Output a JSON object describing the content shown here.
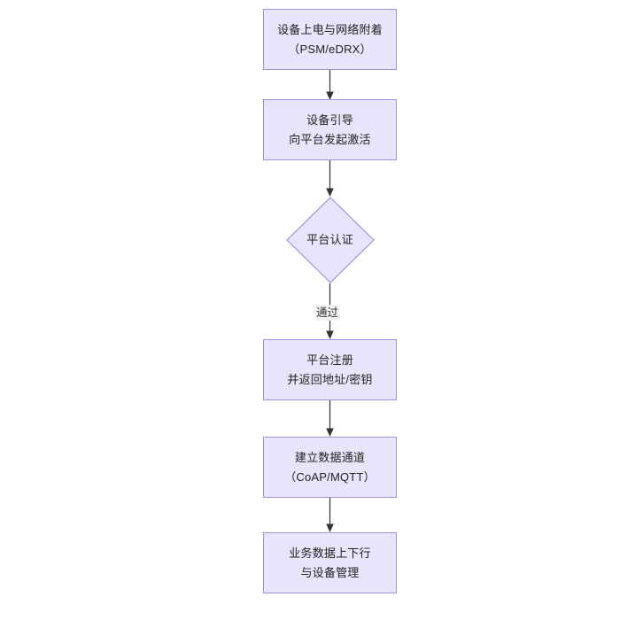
{
  "diagram": {
    "type": "flowchart",
    "orientation": "top-to-bottom",
    "background_color": "#ffffff",
    "node_fill_color": "#e8e4fb",
    "node_border_color": "#a58fe0",
    "edge_color": "#333333",
    "nodes": [
      {
        "id": "n1",
        "shape": "rectangle",
        "label": "设备上电与网络附着\n（PSM/eDRX）"
      },
      {
        "id": "n2",
        "shape": "rectangle",
        "label": "设备引导\n向平台发起激活"
      },
      {
        "id": "n3",
        "shape": "diamond",
        "label": "平台认证"
      },
      {
        "id": "n4",
        "shape": "rectangle",
        "label": "平台注册\n并返回地址/密钥"
      },
      {
        "id": "n5",
        "shape": "rectangle",
        "label": "建立数据通道\n（CoAP/MQTT）"
      },
      {
        "id": "n6",
        "shape": "rectangle",
        "label": "业务数据上下行\n与设备管理"
      }
    ],
    "edges": [
      {
        "id": "e1",
        "from": "n1",
        "to": "n2",
        "label": ""
      },
      {
        "id": "e2",
        "from": "n2",
        "to": "n3",
        "label": ""
      },
      {
        "id": "e3",
        "from": "n3",
        "to": "n4",
        "label": "通过"
      },
      {
        "id": "e4",
        "from": "n4",
        "to": "n5",
        "label": ""
      },
      {
        "id": "e5",
        "from": "n5",
        "to": "n6",
        "label": ""
      }
    ]
  }
}
